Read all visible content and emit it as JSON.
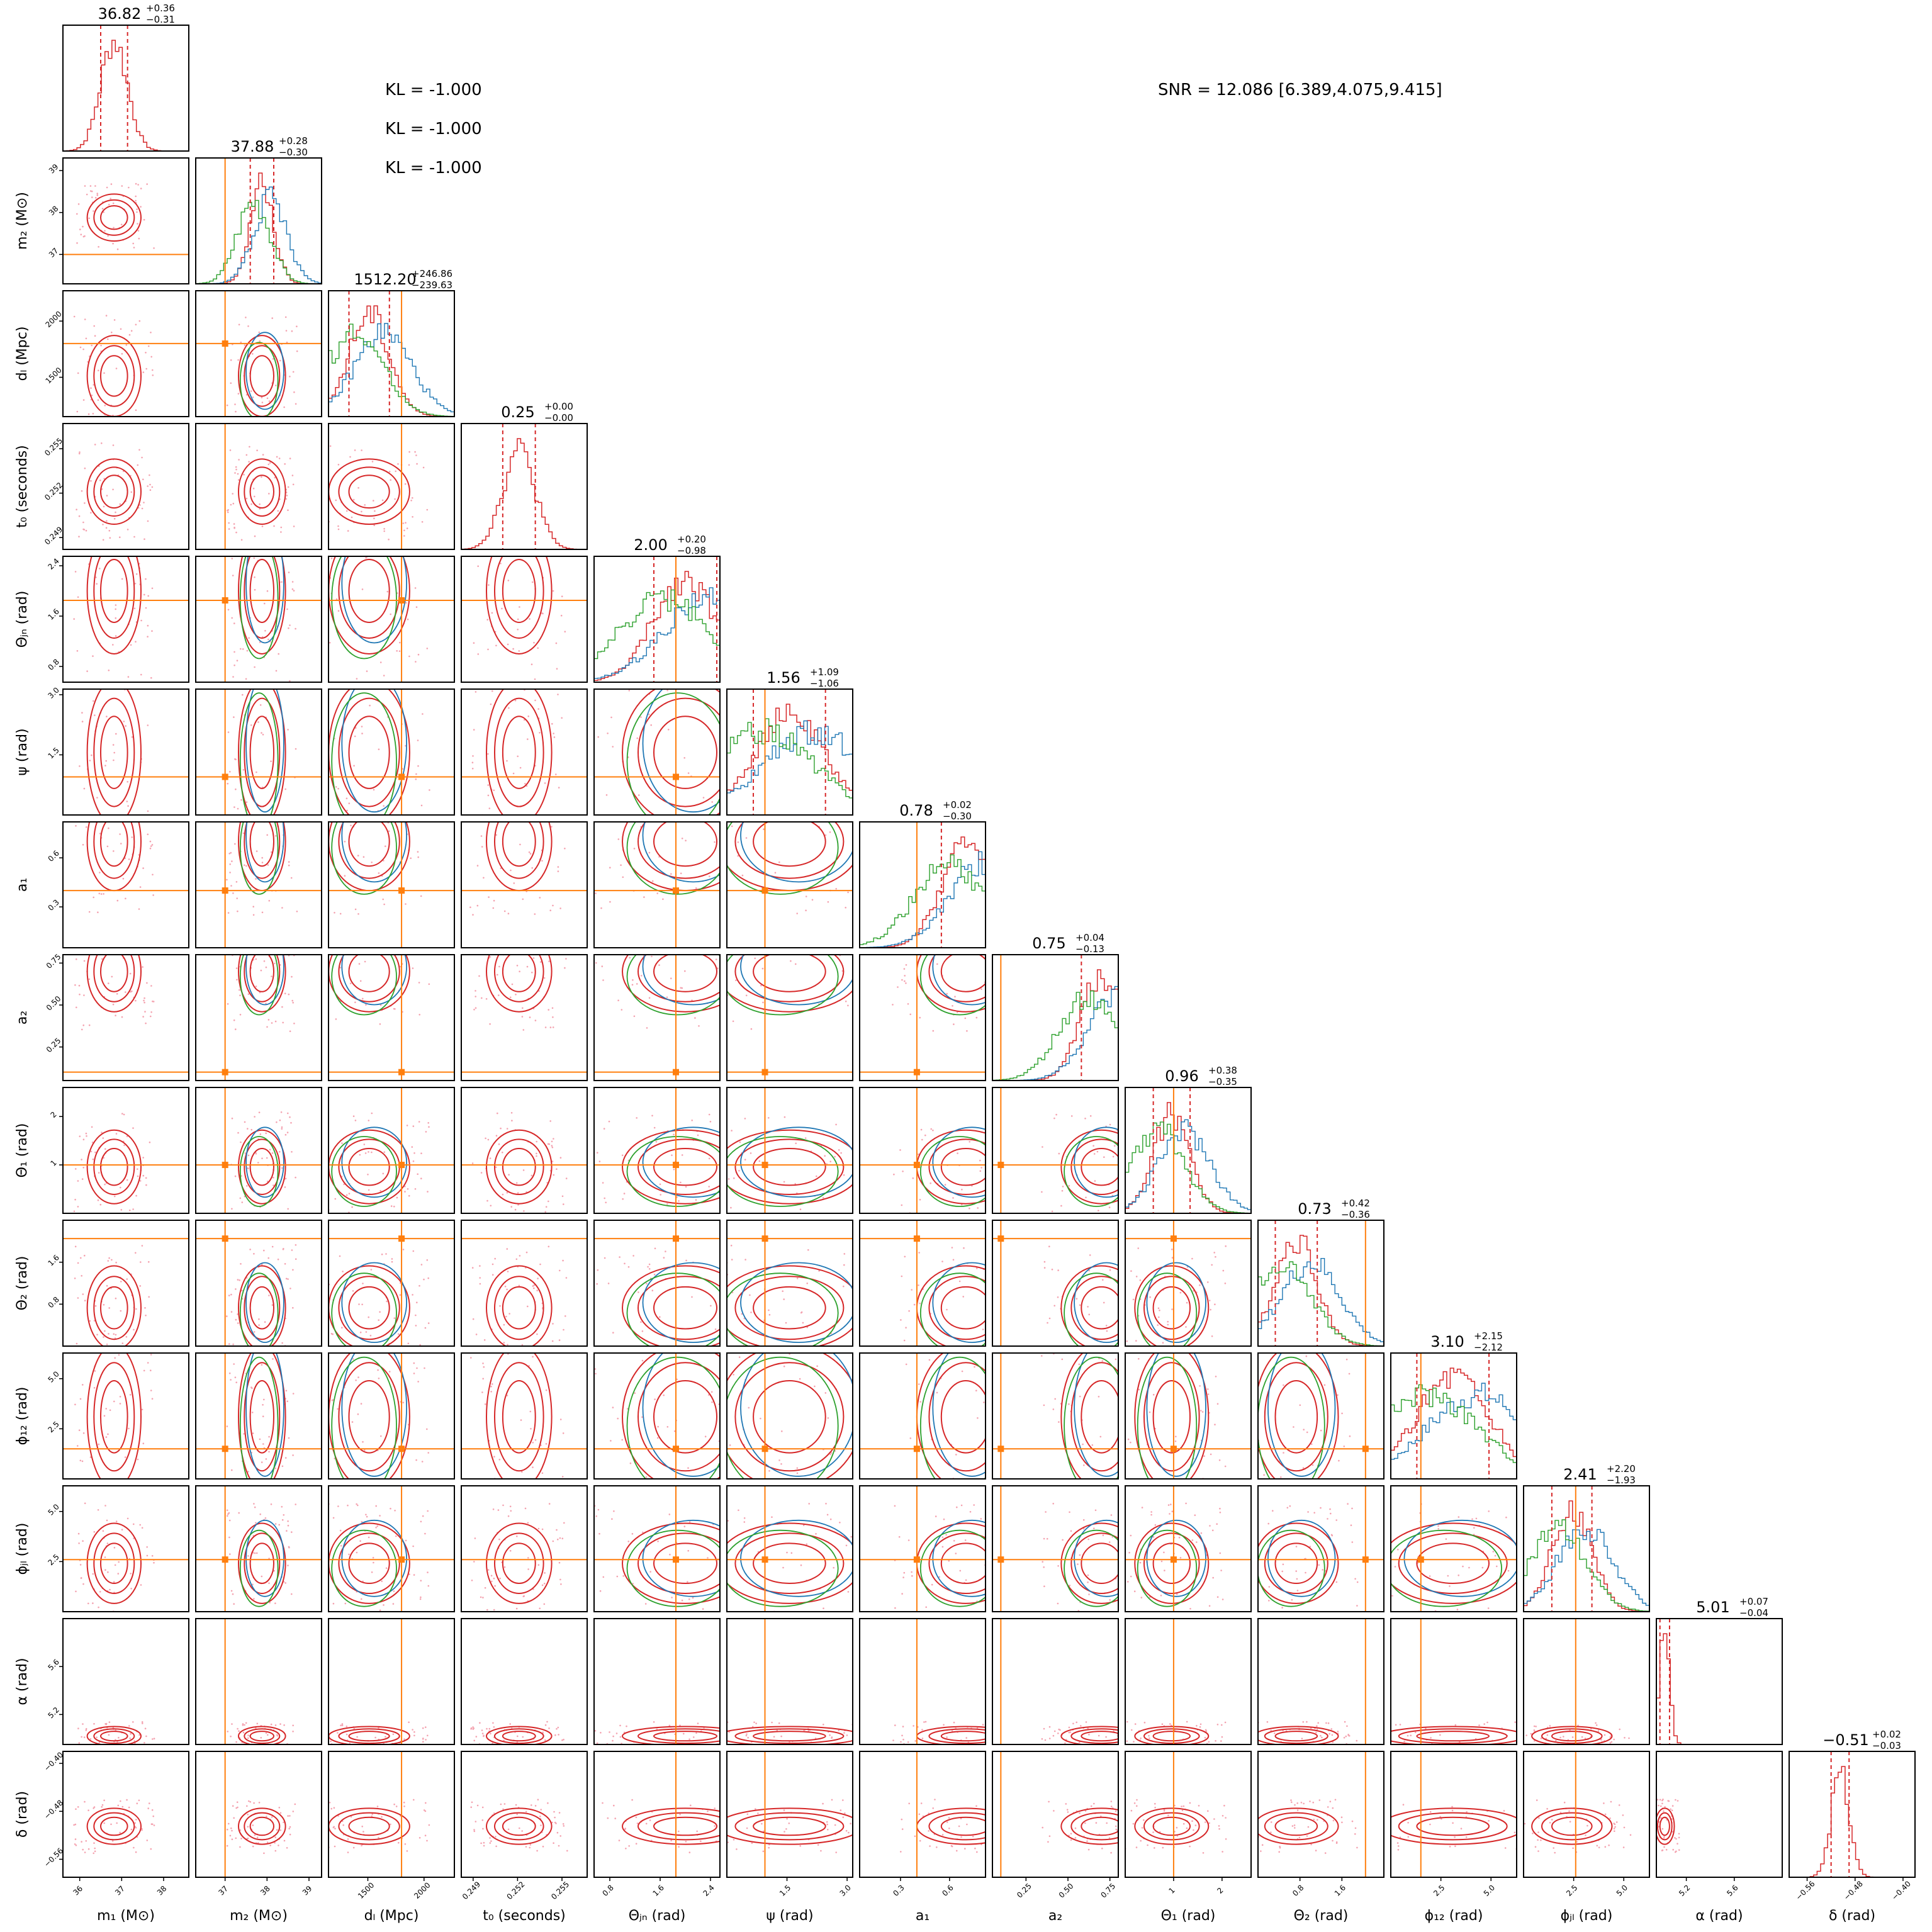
{
  "chart_data": {
    "type": "corner",
    "params": [
      {
        "label": "m₁ (M⊙)",
        "range": [
          35.6,
          38.6
        ],
        "ticks": [
          "36",
          "37",
          "38"
        ],
        "tick_values": [
          36,
          37,
          38
        ],
        "summary": "36.82",
        "plus": "+0.36",
        "minus": "−0.31",
        "truth": null,
        "center": 36.82,
        "sd": 0.32
      },
      {
        "label": "m₂ (M⊙)",
        "range": [
          36.3,
          39.3
        ],
        "ticks": [
          "37",
          "38",
          "39"
        ],
        "tick_values": [
          37,
          38,
          39
        ],
        "summary": "37.88",
        "plus": "+0.28",
        "minus": "−0.30",
        "truth": 37.0,
        "center": 37.88,
        "sd": 0.28
      },
      {
        "label": "dₗ (Mpc)",
        "range": [
          1150,
          2270
        ],
        "ticks": [
          "1500",
          "2000"
        ],
        "tick_values": [
          1500,
          2000
        ],
        "summary": "1512.20",
        "plus": "+246.86",
        "minus": "−239.63",
        "truth": 1800,
        "center": 1512,
        "sd": 180
      },
      {
        "label": "t₀ (seconds)",
        "range": [
          0.2482,
          0.2567
        ],
        "ticks": [
          "0.249",
          "0.252",
          "0.255"
        ],
        "tick_values": [
          0.249,
          0.252,
          0.255
        ],
        "summary": "0.25",
        "plus": "+0.00",
        "minus": "−0.00",
        "truth": null,
        "center": 0.2521,
        "sd": 0.0011
      },
      {
        "label": "Θⱼₙ (rad)",
        "range": [
          0.55,
          2.55
        ],
        "ticks": [
          "0.8",
          "1.6",
          "2.4"
        ],
        "tick_values": [
          0.8,
          1.6,
          2.4
        ],
        "summary": "2.00",
        "plus": "+0.20",
        "minus": "−0.98",
        "truth": 1.85,
        "center": 2.0,
        "sd": 0.5
      },
      {
        "label": "ψ (rad)",
        "range": [
          0.0,
          3.14
        ],
        "ticks": [
          "1.5",
          "3.0"
        ],
        "tick_values": [
          1.5,
          3.0
        ],
        "summary": "1.56",
        "plus": "+1.09",
        "minus": "−1.06",
        "truth": 0.95,
        "center": 1.56,
        "sd": 0.9
      },
      {
        "label": "a₁",
        "range": [
          0.05,
          0.82
        ],
        "ticks": [
          "0.3",
          "0.6"
        ],
        "tick_values": [
          0.3,
          0.6
        ],
        "summary": "0.78",
        "plus": "+0.02",
        "minus": "−0.30",
        "truth": 0.4,
        "center": 0.7,
        "sd": 0.15
      },
      {
        "label": "a₂",
        "range": [
          0.05,
          0.8
        ],
        "ticks": [
          "0.25",
          "0.50",
          "0.75"
        ],
        "tick_values": [
          0.25,
          0.5,
          0.75
        ],
        "summary": "0.75",
        "plus": "+0.04",
        "minus": "−0.13",
        "truth": 0.1,
        "center": 0.7,
        "sd": 0.12
      },
      {
        "label": "Θ₁ (rad)",
        "range": [
          0.0,
          2.6
        ],
        "ticks": [
          "1",
          "2"
        ],
        "tick_values": [
          1,
          2
        ],
        "summary": "0.96",
        "plus": "+0.38",
        "minus": "−0.35",
        "truth": 1.0,
        "center": 0.96,
        "sd": 0.38
      },
      {
        "label": "Θ₂ (rad)",
        "range": [
          0.0,
          2.4
        ],
        "ticks": [
          "0.8",
          "1.6"
        ],
        "tick_values": [
          0.8,
          1.6
        ],
        "summary": "0.73",
        "plus": "+0.42",
        "minus": "−0.36",
        "truth": 2.05,
        "center": 0.73,
        "sd": 0.4
      },
      {
        "label": "ϕ₁₂ (rad)",
        "range": [
          0.0,
          6.28
        ],
        "ticks": [
          "2.5",
          "5.0"
        ],
        "tick_values": [
          2.5,
          5.0
        ],
        "summary": "3.10",
        "plus": "+2.15",
        "minus": "−2.12",
        "truth": 1.5,
        "center": 3.1,
        "sd": 1.8
      },
      {
        "label": "ϕⱼₗ (rad)",
        "range": [
          0.0,
          6.28
        ],
        "ticks": [
          "2.5",
          "5.0"
        ],
        "tick_values": [
          2.5,
          5.0
        ],
        "summary": "2.41",
        "plus": "+2.20",
        "minus": "−1.93",
        "truth": 2.6,
        "center": 2.41,
        "sd": 1.0
      },
      {
        "label": "α (rad)",
        "range": [
          4.95,
          6.0
        ],
        "ticks": [
          "5.2",
          "5.6"
        ],
        "tick_values": [
          5.2,
          5.6
        ],
        "summary": "5.01",
        "plus": "+0.07",
        "minus": "−0.04",
        "truth": null,
        "center": 5.02,
        "sd": 0.04
      },
      {
        "label": "δ (rad)",
        "range": [
          -0.59,
          -0.38
        ],
        "ticks": [
          "−0.56",
          "−0.48",
          "−0.40"
        ],
        "tick_values": [
          -0.56,
          -0.48,
          -0.4
        ],
        "summary": "−0.51",
        "plus": "+0.02",
        "minus": "−0.03",
        "truth": null,
        "center": -0.505,
        "sd": 0.015
      }
    ],
    "series": [
      {
        "name": "",
        "color": "#d62728"
      },
      {
        "name": "",
        "color": "#1f77b4"
      },
      {
        "name": "",
        "color": "#2ca02c"
      }
    ],
    "truth_color": "#ff7f0e"
  },
  "annotations": {
    "kl": [
      "KL = -1.000",
      "KL = -1.000",
      "KL = -1.000"
    ],
    "snr": "SNR = 12.086 [6.389,4.075,9.415]"
  }
}
